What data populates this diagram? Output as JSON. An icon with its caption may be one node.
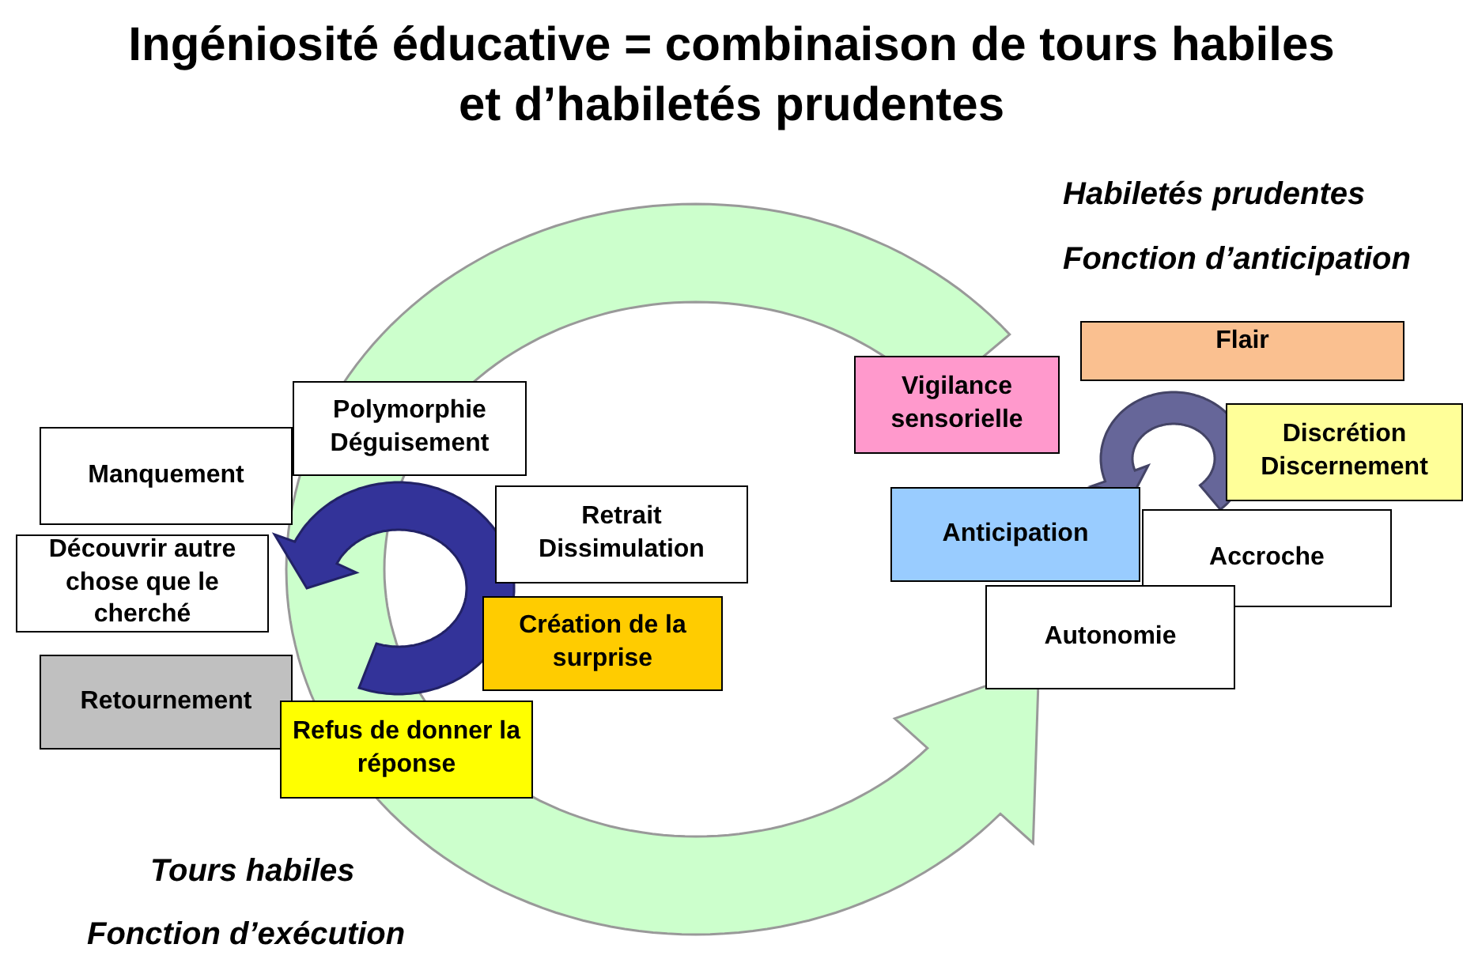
{
  "diagram": {
    "title": "Ingéniosité éducative = combinaison de tours habiles et d’habiletés prudentes",
    "nodes": [
      {
        "text": [
          "Polymorphie Déguisement"
        ]
      },
      {
        "text": [
          "Manquement"
        ]
      },
      {
        "text": [
          "Découvrir autre chose que le cherché"
        ]
      },
      {
        "text": [
          "Retrait Dissimulation"
        ]
      },
      {
        "text": [
          "Création de la surprise"
        ]
      },
      {
        "text": [
          "Retournement"
        ]
      },
      {
        "text": [
          "Refus de donner la réponse"
        ]
      },
      {
        "text": [
          "Flair"
        ]
      },
      {
        "text": [
          "Vigilance sensorielle"
        ]
      },
      {
        "text": [
          "Discrétion Discernement"
        ]
      },
      {
        "text": [
          "Anticipation"
        ]
      },
      {
        "text": [
          "Accroche"
        ]
      },
      {
        "text": [
          "Autonomie"
        ]
      }
    ],
    "labels": [
      "Habiletés prudentes",
      "Fonction d’anticipation",
      "Tours habiles",
      "Fonction d’exécution"
    ]
  }
}
